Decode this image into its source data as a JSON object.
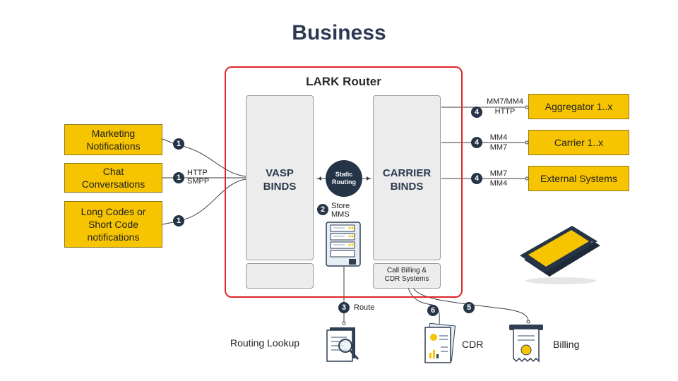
{
  "title": "Business",
  "router": {
    "title": "LARK Router",
    "vasp_label_1": "VASP",
    "vasp_label_2": "BINDS",
    "carrier_label_1": "CARRIER",
    "carrier_label_2": "BINDS",
    "static_1": "Static",
    "static_2": "Routing",
    "billing_1": "Call Billing &",
    "billing_2": "CDR Systems"
  },
  "sources": [
    {
      "line1": "Marketing",
      "line2": "Notifications"
    },
    {
      "line1": "Chat",
      "line2": "Conversations"
    },
    {
      "line1": "Long Codes or",
      "line2": "Short Code",
      "line3": "notifications"
    }
  ],
  "protocols_left": {
    "line1": "HTTP",
    "line2": "SMPP"
  },
  "destinations": [
    {
      "label": "Aggregator 1..x",
      "proto1": "MM7/MM4",
      "proto2": "HTTP"
    },
    {
      "label": "Carrier 1..x",
      "proto1": "MM4",
      "proto2": "MM7"
    },
    {
      "label": "External Systems",
      "proto1": "MM7",
      "proto2": "MM4"
    }
  ],
  "steps": {
    "one": "1",
    "two": "2",
    "three": "3",
    "four": "4",
    "five": "5",
    "six": "6"
  },
  "store": {
    "line1": "Store",
    "line2": "MMS"
  },
  "route_label": "Route",
  "outputs": {
    "routing_lookup": "Routing Lookup",
    "cdr": "CDR",
    "billing": "Billing"
  },
  "colors": {
    "accent_yellow": "#f6c400",
    "router_border": "#e0262a",
    "navy": "#253447"
  }
}
